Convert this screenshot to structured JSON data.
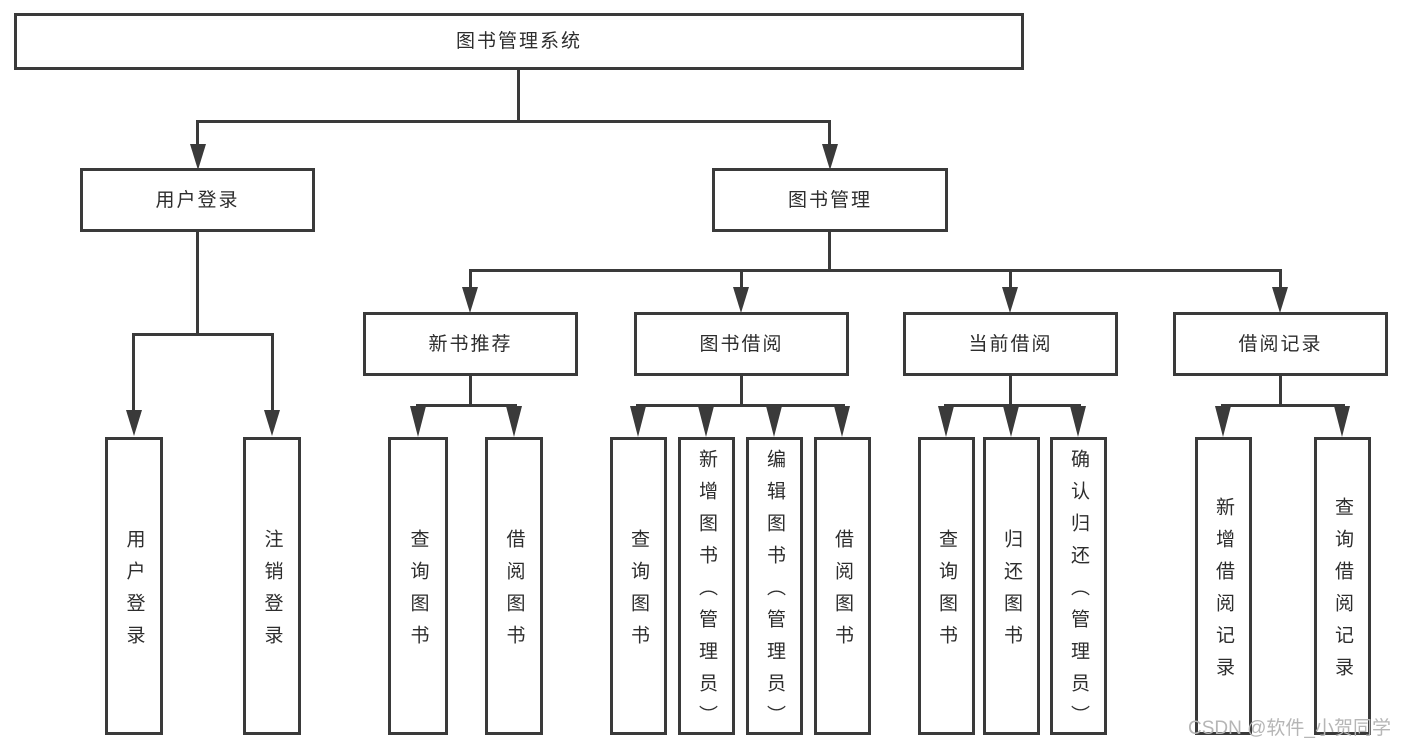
{
  "diagram": {
    "type": "tree",
    "orientation": "top-down",
    "root": {
      "label": "图书管理系统",
      "children": [
        {
          "label": "用户登录",
          "children": [
            {
              "label": "用户登录"
            },
            {
              "label": "注销登录"
            }
          ]
        },
        {
          "label": "图书管理",
          "children": [
            {
              "label": "新书推荐",
              "children": [
                {
                  "label": "查询图书"
                },
                {
                  "label": "借阅图书"
                }
              ]
            },
            {
              "label": "图书借阅",
              "children": [
                {
                  "label": "查询图书"
                },
                {
                  "label": "新增图书（管理员）"
                },
                {
                  "label": "编辑图书（管理员）"
                },
                {
                  "label": "借阅图书"
                }
              ]
            },
            {
              "label": "当前借阅",
              "children": [
                {
                  "label": "查询图书"
                },
                {
                  "label": "归还图书"
                },
                {
                  "label": "确认归还（管理员）"
                }
              ]
            },
            {
              "label": "借阅记录",
              "children": [
                {
                  "label": "新增借阅记录"
                },
                {
                  "label": "查询借阅记录"
                }
              ]
            }
          ]
        }
      ]
    }
  },
  "colors": {
    "background": "#ffffff",
    "line": "#3a3a3a",
    "text": "#2d2d2d",
    "watermark": "#b6b6b6"
  },
  "watermark": {
    "text": "CSDN @软件_小贺同学"
  }
}
